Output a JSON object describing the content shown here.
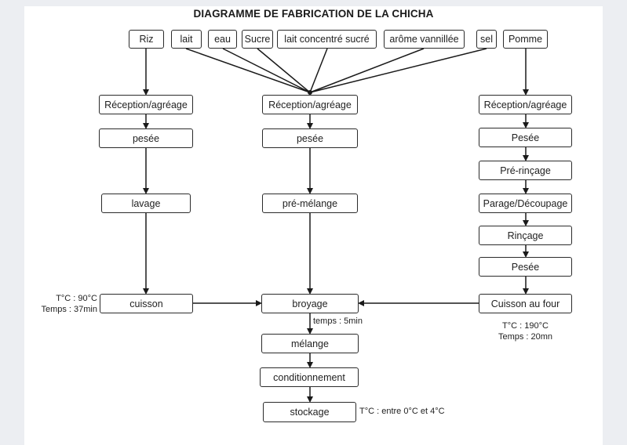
{
  "title": "DIAGRAMME DE FABRICATION DE LA CHICHA",
  "ingredients": {
    "riz": "Riz",
    "lait": "lait",
    "eau": "eau",
    "sucre": "Sucre",
    "lait_concentre": "lait concentré sucré",
    "arome": "arôme vannillée",
    "sel": "sel",
    "pomme": "Pomme"
  },
  "riz_branch": {
    "reception": "Réception/agréage",
    "pesee": "pesée",
    "lavage": "lavage",
    "cuisson": "cuisson",
    "cuisson_note": [
      "T°C : 90°C",
      "Temps : 37min"
    ]
  },
  "main_branch": {
    "reception": "Réception/agréage",
    "pesee": "pesée",
    "pre_melange": "pré-mélange",
    "broyage": "broyage",
    "broyage_note": "temps : 5min",
    "melange": "mélange",
    "conditionnement": "conditionnement",
    "stockage": "stockage",
    "stockage_note": "T°C : entre 0°C et 4°C"
  },
  "pomme_branch": {
    "reception": "Réception/agréage",
    "pesee1": "Pesée",
    "pre_rincage": "Pré-rinçage",
    "parage": "Parage/Découpage",
    "rincage": "Rinçage",
    "pesee2": "Pesée",
    "cuisson_four": "Cuisson au four",
    "cuisson_note": [
      "T°C : 190°C",
      "Temps : 20mn"
    ]
  }
}
